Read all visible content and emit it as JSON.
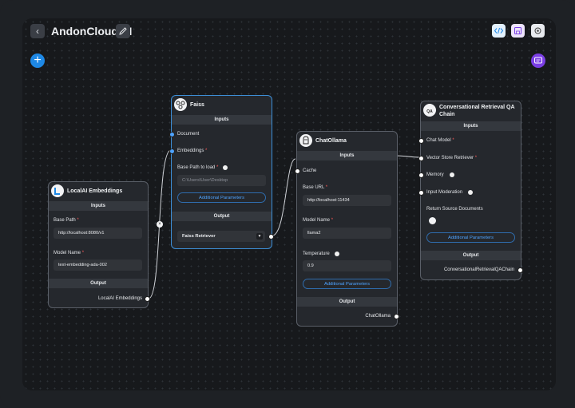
{
  "app": {
    "title": "AndonCloud AI"
  },
  "icons": {
    "back": "chevron-left-icon",
    "edit": "pencil-icon",
    "code": "code-icon",
    "save": "save-icon",
    "settings": "gear-icon",
    "add": "plus-icon",
    "chat": "chat-icon",
    "delete_edge": "close-icon"
  },
  "colors": {
    "accent": "#1e88e5",
    "chat": "#7b3fe4",
    "required": "#ff5a5a",
    "link": "#4ea3ff"
  },
  "nodes": {
    "localai": {
      "title": "LocalAI Embeddings",
      "inputs_label": "Inputs",
      "base_path_label": "Base Path",
      "base_path_value": "http://localhost:8080/v1",
      "model_name_label": "Model Name",
      "model_name_value": "text-embedding-ada-002",
      "output_label": "Output",
      "output_value": "LocalAI Embeddings"
    },
    "faiss": {
      "title": "Faiss",
      "inputs_label": "Inputs",
      "document_label": "Document",
      "embeddings_label": "Embeddings",
      "base_path_label": "Base Path to load",
      "base_path_placeholder": "C:\\Users\\User\\Desktop",
      "additional_params": "Additional Parameters",
      "output_label": "Output",
      "output_select": "Faiss Retriever"
    },
    "chatollama": {
      "title": "ChatOllama",
      "inputs_label": "Inputs",
      "cache_label": "Cache",
      "base_url_label": "Base URL",
      "base_url_value": "http://localhost:11434",
      "model_name_label": "Model Name",
      "model_name_value": "llama2",
      "temperature_label": "Temperature",
      "temperature_value": "0.9",
      "additional_params": "Additional Parameters",
      "output_label": "Output",
      "output_value": "ChatOllama"
    },
    "qachain": {
      "title_line1": "Conversational Retrieval QA",
      "title_line2": "Chain",
      "inputs_label": "Inputs",
      "chat_model_label": "Chat Model",
      "vector_store_label": "Vector Store Retriever",
      "memory_label": "Memory",
      "input_moderation_label": "Input Moderation",
      "return_source_label": "Return Source Documents",
      "additional_params": "Additional Parameters",
      "output_label": "Output",
      "output_value": "ConversationalRetrievalQAChain"
    }
  },
  "required_mark": "*"
}
